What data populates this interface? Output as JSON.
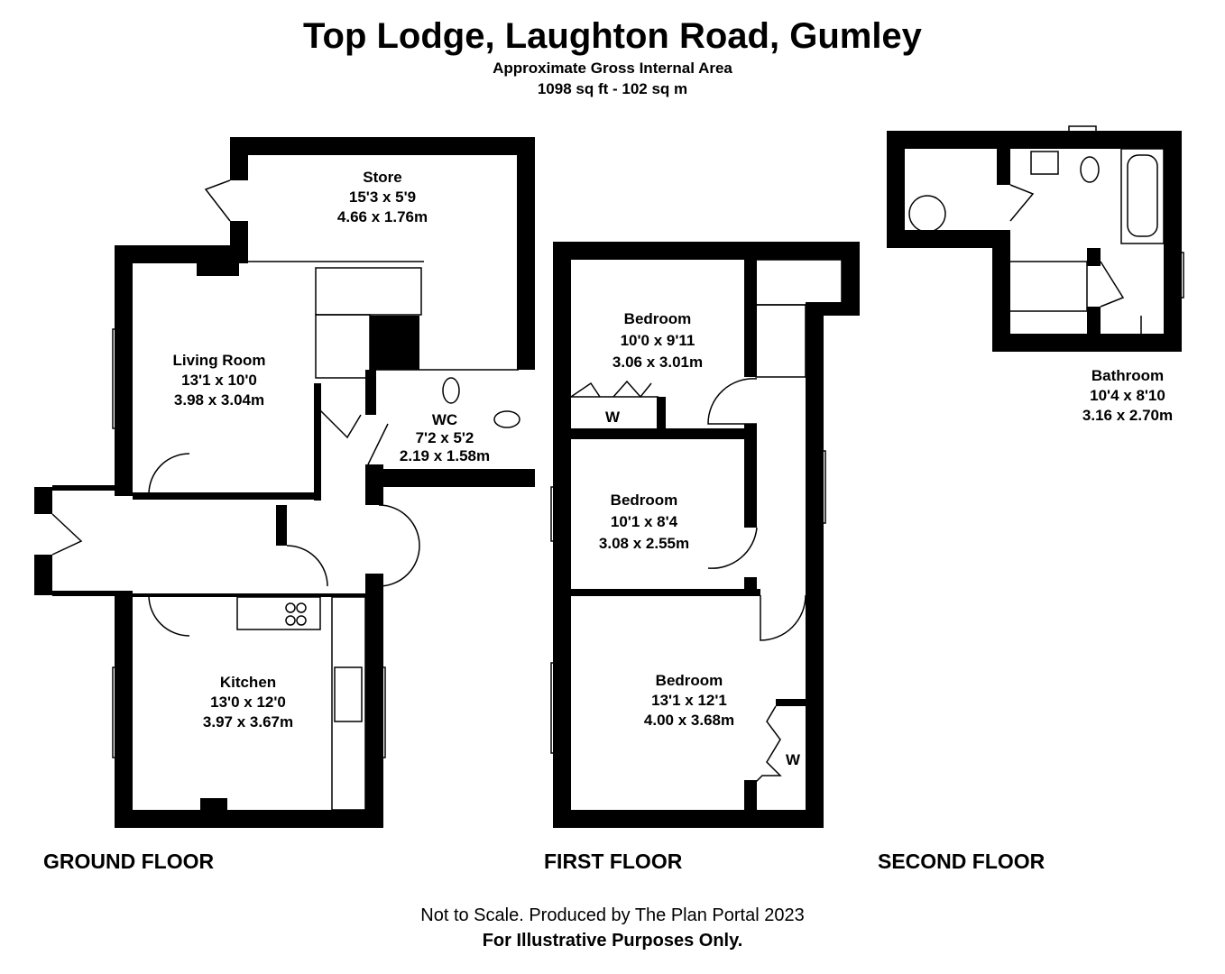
{
  "header": {
    "title": "Top Lodge, Laughton Road, Gumley",
    "subtitle": "Approximate Gross Internal Area",
    "area": "1098 sq ft - 102 sq m"
  },
  "floors": {
    "ground": "GROUND FLOOR",
    "first": "FIRST FLOOR",
    "second": "SECOND FLOOR"
  },
  "rooms": {
    "store": {
      "name": "Store",
      "imperial": "15'3 x 5'9",
      "metric": "4.66 x 1.76m"
    },
    "living": {
      "name": "Living Room",
      "imperial": "13'1 x 10'0",
      "metric": "3.98 x 3.04m"
    },
    "wc": {
      "name": "WC",
      "imperial": "7'2 x 5'2",
      "metric": "2.19 x 1.58m"
    },
    "kitchen": {
      "name": "Kitchen",
      "imperial": "13'0 x 12'0",
      "metric": "3.97 x 3.67m"
    },
    "bed1": {
      "name": "Bedroom",
      "imperial": "10'0 x 9'11",
      "metric": "3.06 x 3.01m"
    },
    "bed2": {
      "name": "Bedroom",
      "imperial": "10'1 x 8'4",
      "metric": "3.08 x 2.55m"
    },
    "bed3": {
      "name": "Bedroom",
      "imperial": "13'1 x 12'1",
      "metric": "4.00 x 3.68m"
    },
    "bathroom": {
      "name": "Bathroom",
      "imperial": "10'4 x 8'10",
      "metric": "3.16 x 2.70m"
    }
  },
  "wardrobe_label": "W",
  "footer": {
    "line1": "Not to Scale. Produced by The Plan Portal 2023",
    "line2": "For Illustrative Purposes Only."
  }
}
